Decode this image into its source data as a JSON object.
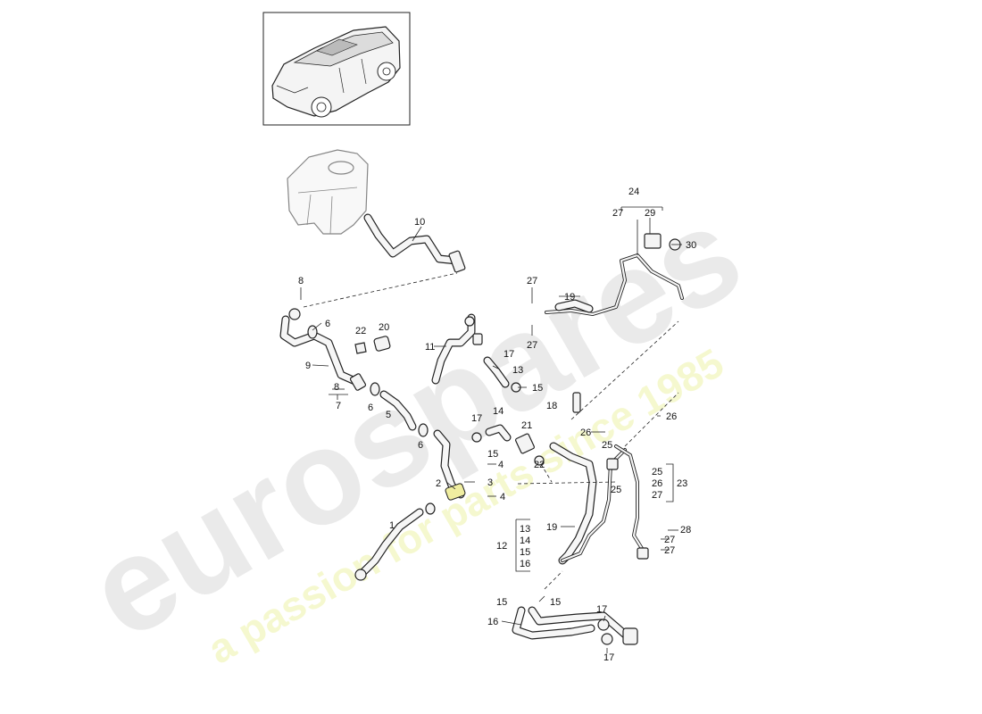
{
  "watermark": {
    "brand": "eurospares",
    "tagline": "a passion for parts since 1985",
    "brand_color": "#d9d9d9",
    "tagline_color": "#eef3a8"
  },
  "callouts": {
    "c1": "1",
    "c2": "2",
    "c3": "3",
    "c4a": "4",
    "c4b": "4",
    "c5": "5",
    "c6a": "6",
    "c6b": "6",
    "c6c": "6",
    "c7": "7",
    "c8a": "8",
    "c8b": "8",
    "c9": "9",
    "c10": "10",
    "c11": "11",
    "c12": "12",
    "c13a": "13",
    "c14a": "14",
    "c15a": "15",
    "c15b": "15",
    "c15c": "15",
    "c15d": "15",
    "c16a": "16",
    "c17a": "17",
    "c17b": "17",
    "c17c": "17",
    "c17d": "17",
    "c18": "18",
    "c19a": "19",
    "c19b": "19",
    "c20": "20",
    "c21": "21",
    "c22a": "22",
    "c22b": "22",
    "c23": "23",
    "c24": "24",
    "c25a": "25",
    "c25b": "25",
    "c26a": "26",
    "c26b": "26",
    "c27a": "27",
    "c27b": "27",
    "c27c": "27",
    "c27d": "27",
    "c27e": "27",
    "c28": "28",
    "c29": "29",
    "c30": "30"
  },
  "groups": {
    "g12": [
      "13",
      "14",
      "15",
      "16"
    ],
    "g23": [
      "25",
      "26",
      "27"
    ]
  }
}
